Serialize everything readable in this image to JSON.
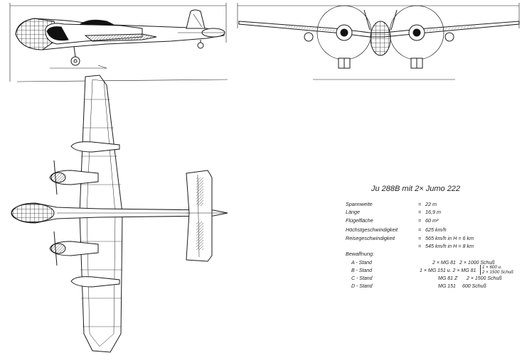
{
  "title": "Ju 288B mit 2× Jumo 222",
  "specs": [
    {
      "label": "Spannweite",
      "value": "22 m"
    },
    {
      "label": "Länge",
      "value": "16,9 m"
    },
    {
      "label": "Flügelfläche",
      "value": "60 m²"
    },
    {
      "label": "Höchstgeschwindigkeit",
      "value": "625 km/h"
    },
    {
      "label": "Reisegeschwindigkeit",
      "value": "565 km/h   in H = 6 km"
    },
    {
      "label": "",
      "value": "545 km/h   in H = 8 km"
    }
  ],
  "equals": "=",
  "armament": {
    "heading": "Bewaffnung:",
    "rows": [
      {
        "label": "A - Stand",
        "value1": "2 × MG 81",
        "value2": "2 × 1000 Schuß"
      },
      {
        "label": "B - Stand",
        "value1": "1 × MG 151 u. 2 × MG 81",
        "value2": ""
      },
      {
        "label": "C - Stand",
        "value1": "MG 81 Z",
        "value2": "2 × 1500 Schuß"
      },
      {
        "label": "D - Stand",
        "value1": "MG 151",
        "value2": "600 Schuß"
      }
    ],
    "b_ammo": [
      "1 × 600 u.",
      "2 × 1500 Schuß"
    ]
  },
  "colors": {
    "ink": "#1a1a1a",
    "paper": "#ffffff",
    "hatch": "#555555"
  }
}
